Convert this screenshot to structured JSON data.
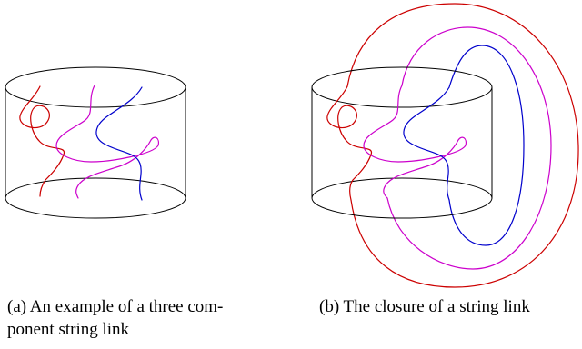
{
  "captions": {
    "a": {
      "line1": "(a)  An example of a three com-",
      "line2": "ponent string link"
    },
    "b": {
      "line1": "(b)  The closure of a string link"
    }
  },
  "colors": {
    "outline": "#000000",
    "strand_red": "#cc0000",
    "strand_magenta": "#cc00cc",
    "strand_blue": "#0000cc"
  }
}
